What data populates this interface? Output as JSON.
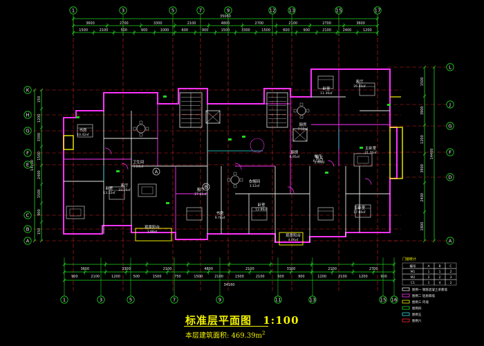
{
  "drawing": {
    "title": "标准层平面图",
    "scale": "1:100",
    "area_label": "本层建筑面积: 469.39m",
    "area_unit_sup": "2"
  },
  "axes_top": [
    "1",
    "3",
    "5",
    "7",
    "9",
    "12",
    "13",
    "15",
    "17"
  ],
  "axes_bottom": [
    "1",
    "3",
    "5",
    "7",
    "9",
    "11",
    "13",
    "15",
    "16"
  ],
  "axes_left": [
    "K",
    "H",
    "G",
    "F",
    "E",
    "C",
    "B",
    "A"
  ],
  "axes_right": [
    "L",
    "J",
    "G",
    "F",
    "D",
    "A"
  ],
  "dims_top_total": "35060",
  "dims_top_a": [
    "3600",
    "2700",
    "3300",
    "2100",
    "4800",
    "2700",
    "2100",
    "2700",
    "3600"
  ],
  "dims_top_b": [
    "1500",
    "2100",
    "500",
    "900",
    "1000",
    "600",
    "900",
    "1500",
    "3300",
    "1500",
    "600",
    "900",
    "2100",
    "2400",
    "1200"
  ],
  "dims_bottom_a": [
    "3600",
    "3300",
    "2100",
    "4800",
    "2100",
    "3300",
    "2100",
    "2700"
  ],
  "dims_bottom_b": [
    "900",
    "2100",
    "1200",
    "500",
    "1500",
    "750",
    "1500",
    "2100",
    "1500",
    "2100",
    "600",
    "900",
    "1200",
    "2100",
    "1200",
    "900"
  ],
  "dims_bottom_total": "34160",
  "dims_left": [
    "150",
    "1200",
    "3300",
    "1500",
    "2400",
    "1500",
    "900",
    "150"
  ],
  "dims_left_total": "14100",
  "dims_right": [
    "1500",
    "3900",
    "1200",
    "3900",
    "2400",
    "1800"
  ],
  "dims_right_total": "14400",
  "rooms": [
    {
      "name": "客厅",
      "area": "22.16㎡"
    },
    {
      "name": "书房",
      "area": "10.42㎡"
    },
    {
      "name": "主卧室",
      "area": "21.70㎡"
    },
    {
      "name": "卫生间",
      "area": "5.24㎡"
    },
    {
      "name": "卧室",
      "area": "13.22㎡"
    },
    {
      "name": "客厅",
      "area": "27.61㎡"
    },
    {
      "name": "厨房",
      "area": "7.52㎡"
    },
    {
      "name": "餐厅",
      "area": "6.58㎡"
    },
    {
      "name": "书房",
      "area": "9.78㎡"
    },
    {
      "name": "卧室",
      "area": "12.86㎡"
    },
    {
      "name": "主卧室",
      "area": "17.60㎡"
    },
    {
      "name": "观景阳台",
      "area": "3.88㎡"
    },
    {
      "name": "观景阳台",
      "area": "4.06㎡"
    },
    {
      "name": "玄关",
      "area": "2.40㎡"
    },
    {
      "name": "衣帽间",
      "area": "3.12㎡"
    },
    {
      "name": "厨房",
      "area": "6.95㎡"
    },
    {
      "name": "客厅",
      "area": "26.45㎡"
    },
    {
      "name": "卧室",
      "area": "11.30㎡"
    }
  ],
  "units": [
    "A",
    "B"
  ],
  "legend": {
    "header": "门窗统计",
    "cols": [
      "编号",
      "A",
      "B",
      "C"
    ],
    "rows": [
      [
        "M1",
        "1",
        "1",
        "2"
      ],
      [
        "M2",
        "2",
        "2",
        "3"
      ],
      [
        "C1",
        "1",
        "4",
        "2"
      ]
    ],
    "items": [
      "图例一 钢筋混凝土承重墙",
      "图例二 轻质隔墙",
      "图例三 内墙",
      "图例四",
      "图例五",
      "图例六"
    ]
  }
}
